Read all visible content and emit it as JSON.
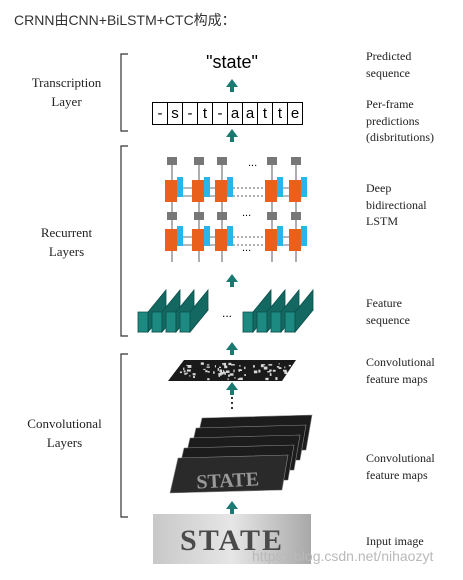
{
  "heading": "CRNN由CNN+BiLSTM+CTC构成：",
  "left_labels": {
    "transcription": [
      "Transcription",
      "Layer"
    ],
    "recurrent": [
      "Recurrent",
      "Layers"
    ],
    "convolutional": [
      "Convolutional",
      "Layers"
    ]
  },
  "right_labels": {
    "predicted": [
      "Predicted",
      "sequence"
    ],
    "per_frame": [
      "Per-frame",
      "predictions",
      "(disbritutions)"
    ],
    "lstm": [
      "Deep",
      "bidirectional",
      "LSTM"
    ],
    "feature_seq": [
      "Feature",
      "sequence"
    ],
    "conv_maps_top": [
      "Convolutional",
      "feature maps"
    ],
    "conv_maps_bottom": [
      "Convolutional",
      "feature maps"
    ],
    "input": [
      "Input image"
    ]
  },
  "predicted_sequence": "\"state\"",
  "frames": [
    "-",
    "s",
    "-",
    "t",
    "-",
    "a",
    "a",
    "t",
    "t",
    "e"
  ],
  "ellipsis": "...",
  "input_image_text": "STATE",
  "watermark": "https://blog.csdn.net/nihaozyt",
  "colors": {
    "arrow": "#1a7a72",
    "lstm_cell": "#e8601c",
    "lstm_gate": "#29b5e8",
    "lstm_box": "#777777",
    "feature_block": "#1d8a82",
    "bracket": "#333333"
  }
}
